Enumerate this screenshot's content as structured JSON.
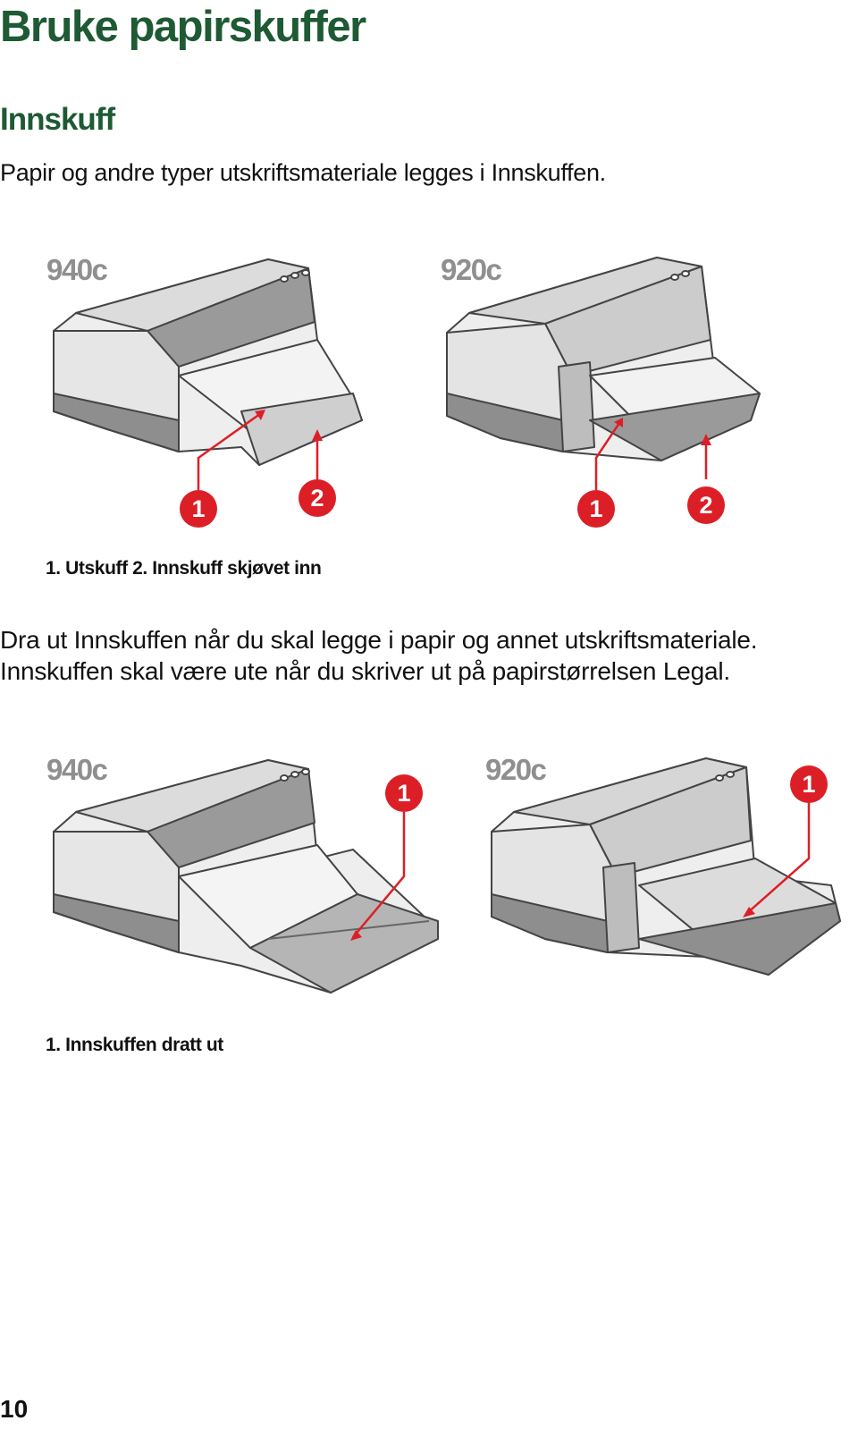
{
  "title": "Bruke papirskuffer",
  "section": "Innskuff",
  "intro": "Papir og andre typer utskriftsmateriale legges i Innskuffen.",
  "figure1": {
    "models": [
      "940c",
      "920c"
    ],
    "callouts": [
      "1",
      "2"
    ],
    "caption": "1. Utskuff 2. Innskuff skjøvet inn"
  },
  "paragraph": {
    "line1": "Dra ut Innskuffen når du skal legge i papir og annet utskriftsmateriale.",
    "line2": "Innskuffen skal være ute når du skriver ut på papirstørrelsen Legal."
  },
  "figure2": {
    "models": [
      "940c",
      "920c"
    ],
    "callouts": [
      "1"
    ],
    "caption": "1. Innskuffen dratt ut"
  },
  "page_number": "10",
  "colors": {
    "heading": "#1e5a33",
    "callout": "#dc1f26",
    "model_label": "#8f8f8f"
  }
}
